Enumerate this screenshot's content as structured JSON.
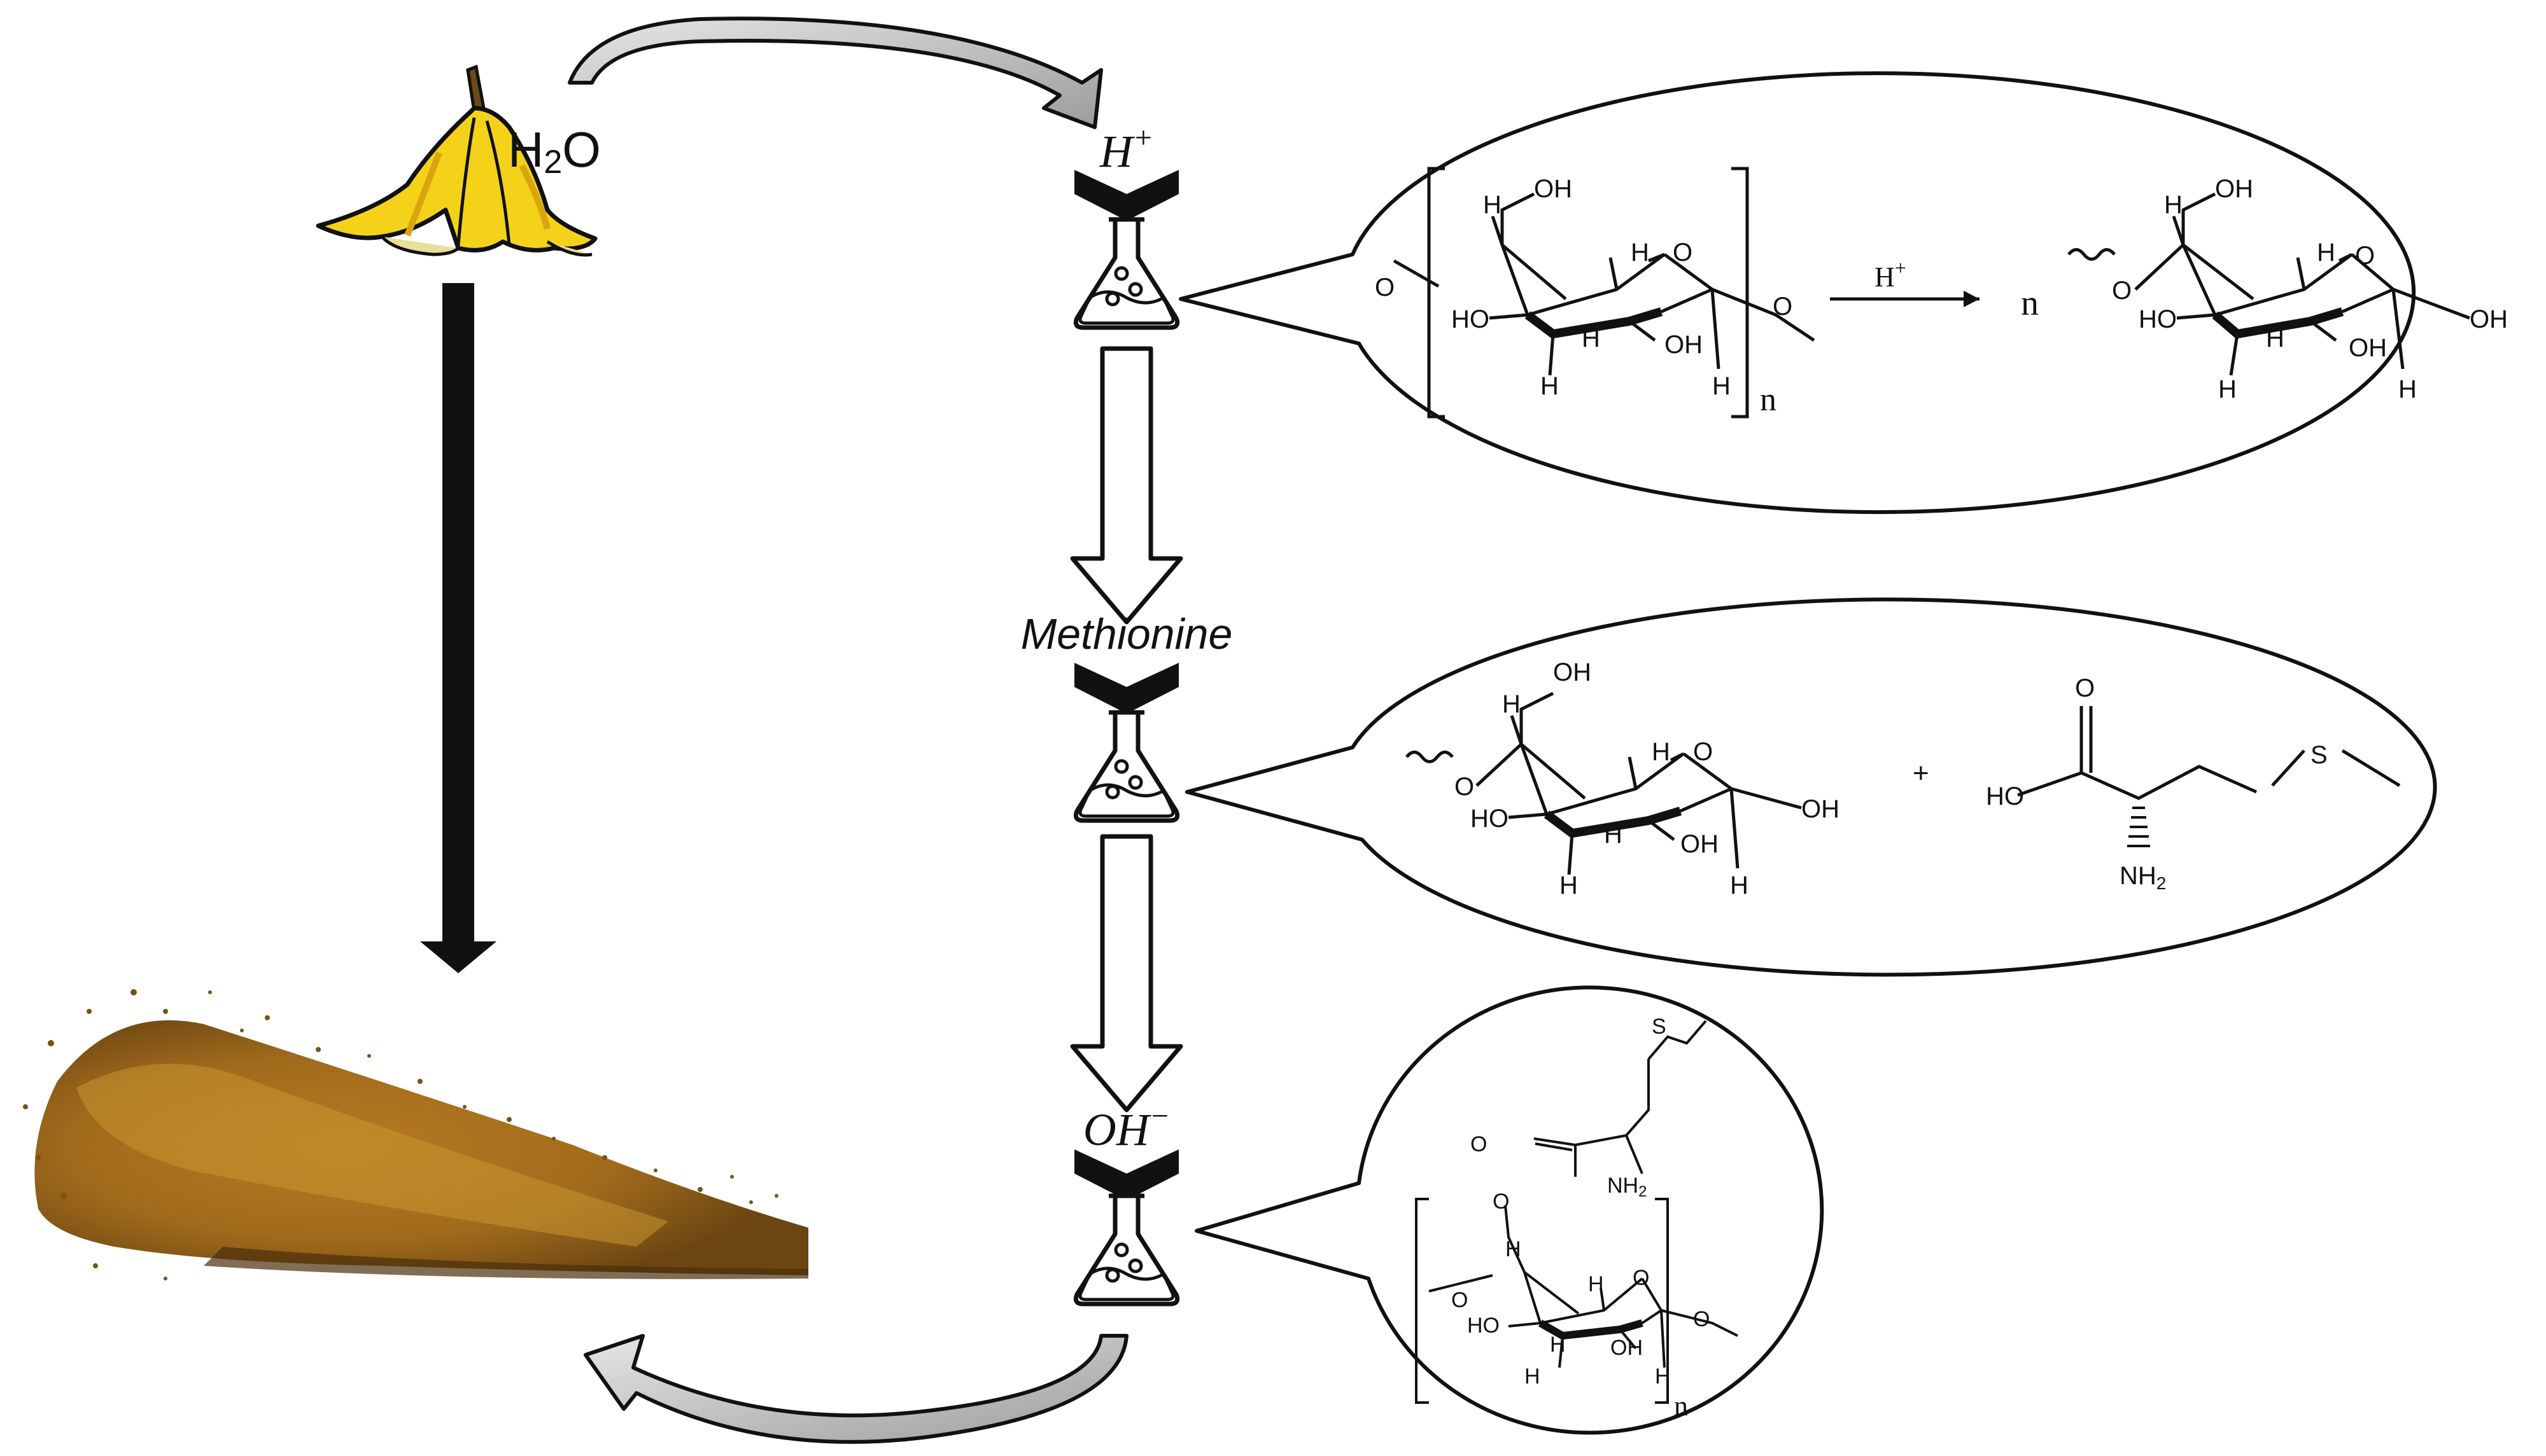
{
  "colors": {
    "banana_yellow": "#f4d21a",
    "banana_shade": "#d9a50f",
    "powder_brown": "#a06a1c",
    "powder_light": "#c9962f",
    "arrow_grey": "#b9b9b9",
    "black": "#111111"
  },
  "icons": {
    "banana": "banana-peel-icon",
    "flask": "erlenmeyer-flask-icon",
    "powder": "powder-pile-icon"
  },
  "labels": {
    "water": "H",
    "water_sub": "2",
    "water_o": "O",
    "acid": "H",
    "acid_sup": "+",
    "methionine": "Methionine",
    "base": "OH",
    "base_sup": "−"
  },
  "bubble1": {
    "OH_top": "OH",
    "H1": "H",
    "H2": "H",
    "O_ring": "O",
    "HO_left": "HO",
    "OH_bottom": "OH",
    "H3": "H",
    "H4": "H",
    "H5": "H",
    "O_link": "O",
    "O_link2": "O",
    "n_repeat": "n",
    "arrow_label": "H",
    "arrow_sup": "+",
    "n_product": "n",
    "p_OH_top": "OH",
    "p_H1": "H",
    "p_H2": "H",
    "p_O_ring": "O",
    "p_O_left": "O",
    "p_HO_left": "HO",
    "p_OH_bottom": "OH",
    "p_OH_right": "OH",
    "p_H3": "H",
    "p_H4": "H",
    "p_H5": "H"
  },
  "bubble2": {
    "OH_top": "OH",
    "H1": "H",
    "H2": "H",
    "O_ring": "O",
    "O_left": "O",
    "HO_left": "HO",
    "OH_bottom": "OH",
    "OH_right": "OH",
    "H3": "H",
    "H4": "H",
    "H5": "H",
    "plus": "+",
    "m_O": "O",
    "m_HO": "HO",
    "m_S": "S",
    "m_NH": "NH",
    "m_NH_sub": "2"
  },
  "bubble3": {
    "S": "S",
    "O_carbonyl": "O",
    "NH": "NH",
    "NH_sub": "2",
    "O_ester": "O",
    "H1": "H",
    "H2": "H",
    "O_ring": "O",
    "O_left": "O",
    "HO_left": "HO",
    "OH_bottom": "OH",
    "H3": "H",
    "H4": "H",
    "H5": "H",
    "O_right": "O",
    "n_repeat": "n"
  }
}
